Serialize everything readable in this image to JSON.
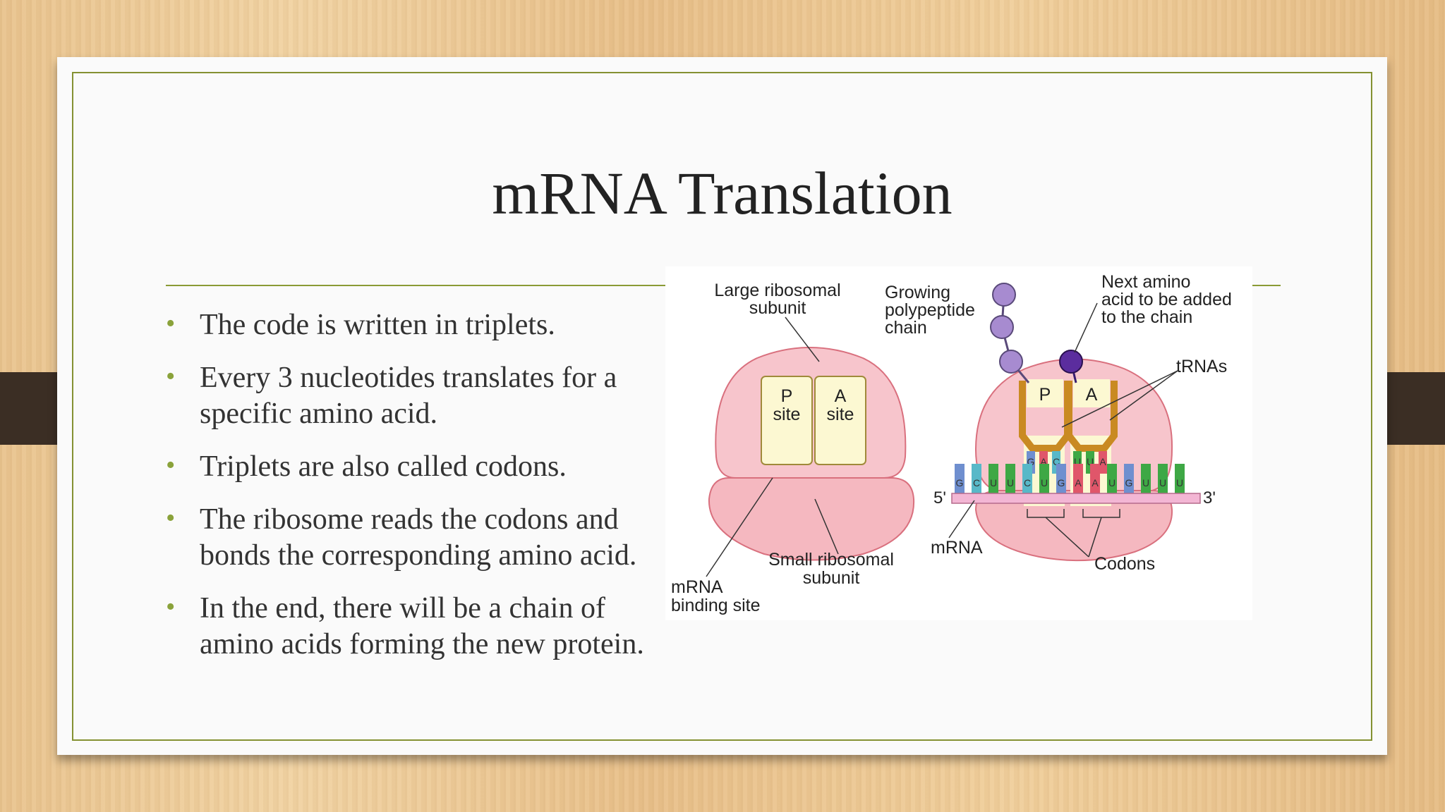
{
  "slide": {
    "title": "mRNA Translation",
    "accent_color": "#849132",
    "bullet_color": "#8aa23a",
    "bullets": [
      {
        "lines": [
          "The code is written in triplets."
        ]
      },
      {
        "lines": [
          "Every 3 nucleotides translates for a",
          "specific amino acid."
        ]
      },
      {
        "lines": [
          "Triplets are also called codons."
        ]
      },
      {
        "lines": [
          "The ribosome reads the codons and",
          "bonds the corresponding amino acid."
        ]
      },
      {
        "lines": [
          "In the end, there will be a chain of",
          "amino acids forming the new protein."
        ]
      }
    ]
  },
  "diagram": {
    "labels": {
      "large_subunit": [
        "Large ribosomal",
        "subunit"
      ],
      "p_site": [
        "P",
        "site"
      ],
      "a_site": [
        "A",
        "site"
      ],
      "mrna_binding": [
        "mRNA",
        "binding site"
      ],
      "small_subunit": [
        "Small ribosomal",
        "subunit"
      ],
      "growing_chain": [
        "Growing",
        "polypeptide",
        "chain"
      ],
      "next_amino": [
        "Next amino",
        "acid to be added",
        "to the chain"
      ],
      "trnas": "tRNAs",
      "p_letter": "P",
      "a_letter": "A",
      "five_prime": "5'",
      "three_prime": "3'",
      "mrna": "mRNA",
      "codons": "Codons"
    },
    "mrna_bases": [
      "G",
      "C",
      "U",
      "U",
      "C",
      "U",
      "G",
      "A",
      "A",
      "U",
      "G",
      "U",
      "U",
      "U"
    ],
    "anticodon_p": [
      "G",
      "A",
      "C"
    ],
    "anticodon_a": [
      "U",
      "U",
      "A"
    ],
    "colors": {
      "ribosome": "#f5b8c0",
      "ribosome_edge": "#d9707e",
      "site_box": "#fcf8d2",
      "trna": "#c98a22",
      "amino_chain": "#a78bd0",
      "next_amino": "#5b2d9e",
      "strip": "#f3b6d4"
    }
  }
}
